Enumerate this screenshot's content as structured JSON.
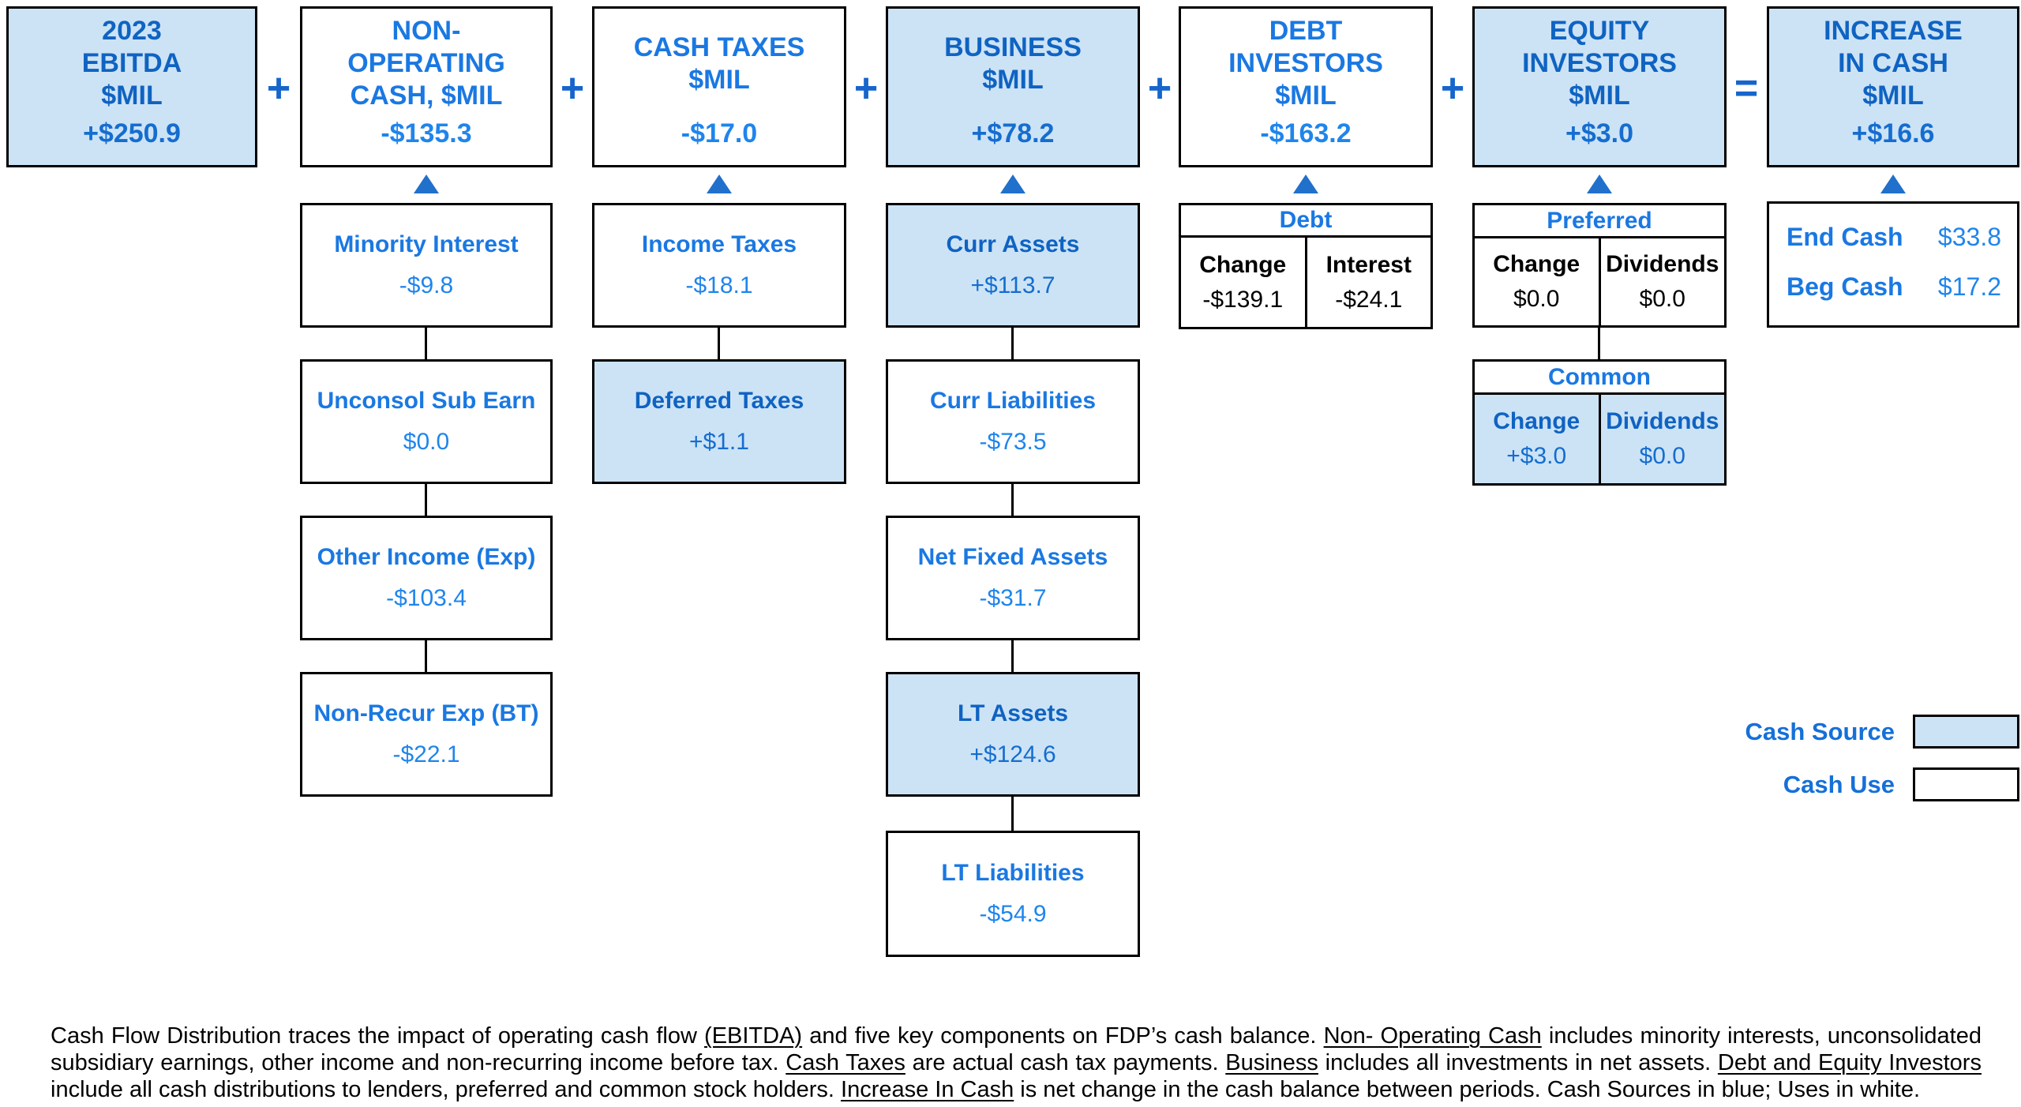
{
  "top_row": {
    "boxes": [
      {
        "lines": [
          "2023",
          "EBITDA",
          "$MIL"
        ],
        "value": "+$250.9",
        "fill": "blue"
      },
      {
        "lines": [
          "NON-",
          "OPERATING",
          "CASH, $MIL"
        ],
        "value": "-$135.3",
        "fill": "white"
      },
      {
        "lines": [
          "CASH TAXES",
          "$MIL"
        ],
        "value": "-$17.0",
        "fill": "white"
      },
      {
        "lines": [
          "BUSINESS",
          "$MIL"
        ],
        "value": "+$78.2",
        "fill": "blue"
      },
      {
        "lines": [
          "DEBT",
          "INVESTORS",
          "$MIL"
        ],
        "value": "-$163.2",
        "fill": "white"
      },
      {
        "lines": [
          "EQUITY",
          "INVESTORS",
          "$MIL"
        ],
        "value": "+$3.0",
        "fill": "blue"
      },
      {
        "lines": [
          "INCREASE",
          "IN CASH",
          "$MIL"
        ],
        "value": "+$16.6",
        "fill": "blue"
      }
    ],
    "operators": [
      "+",
      "+",
      "+",
      "+",
      "+",
      "="
    ]
  },
  "columns": {
    "non_operating": [
      {
        "label": "Minority Interest",
        "value": "-$9.8",
        "fill": "white"
      },
      {
        "label": "Unconsol Sub Earn",
        "value": "$0.0",
        "fill": "white"
      },
      {
        "label": "Other Income (Exp)",
        "value": "-$103.4",
        "fill": "white"
      },
      {
        "label": "Non-Recur Exp (BT)",
        "value": "-$22.1",
        "fill": "white"
      }
    ],
    "cash_taxes": [
      {
        "label": "Income Taxes",
        "value": "-$18.1",
        "fill": "white"
      },
      {
        "label": "Deferred Taxes",
        "value": "+$1.1",
        "fill": "blue"
      }
    ],
    "business": [
      {
        "label": "Curr Assets",
        "value": "+$113.7",
        "fill": "blue"
      },
      {
        "label": "Curr Liabilities",
        "value": "-$73.5",
        "fill": "white"
      },
      {
        "label": "Net Fixed Assets",
        "value": "-$31.7",
        "fill": "white"
      },
      {
        "label": "LT Assets",
        "value": "+$124.6",
        "fill": "blue"
      },
      {
        "label": "LT Liabilities",
        "value": "-$54.9",
        "fill": "white"
      }
    ]
  },
  "tables": {
    "debt": {
      "header": "Debt",
      "cells": [
        {
          "label": "Change",
          "value": "-$139.1"
        },
        {
          "label": "Interest",
          "value": "-$24.1"
        }
      ],
      "fill": "white"
    },
    "preferred": {
      "header": "Preferred",
      "cells": [
        {
          "label": "Change",
          "value": "$0.0"
        },
        {
          "label": "Dividends",
          "value": "$0.0"
        }
      ],
      "fill": "white"
    },
    "common": {
      "header": "Common",
      "cells": [
        {
          "label": "Change",
          "value": "+$3.0"
        },
        {
          "label": "Dividends",
          "value": "$0.0"
        }
      ],
      "fill": "blue"
    }
  },
  "cash_summary": {
    "rows": [
      {
        "label": "End Cash",
        "value": "$33.8"
      },
      {
        "label": "Beg Cash",
        "value": "$17.2"
      }
    ]
  },
  "legend": {
    "source_label": "Cash Source",
    "use_label": "Cash Use"
  },
  "colors": {
    "cash_source_fill": "#cce3f6",
    "cash_use_fill": "#ffffff",
    "label_on_white": "#1a78e2",
    "value_on_white": "#1f85ec",
    "label_on_blue": "#0f63c2",
    "value_on_blue": "#156dcf",
    "operator_blue": "#1565cc",
    "triangle_blue": "#2070cc",
    "border_black": "#000000"
  },
  "footer": {
    "segments": [
      {
        "text": "Cash Flow Distribution traces the impact of operating cash flow ",
        "underline": false
      },
      {
        "text": "(EBITDA)",
        "underline": true
      },
      {
        "text": " and five key components on FDP’s cash balance. ",
        "underline": false
      },
      {
        "text": "Non- Operating Cash",
        "underline": true
      },
      {
        "text": " includes minority interests, unconsolidated subsidiary earnings, other income and non-recurring income before tax. ",
        "underline": false
      },
      {
        "text": "Cash Taxes",
        "underline": true
      },
      {
        "text": " are actual cash tax payments. ",
        "underline": false
      },
      {
        "text": "Business",
        "underline": true
      },
      {
        "text": " includes all investments in net assets. ",
        "underline": false
      },
      {
        "text": "Debt and Equity Investors",
        "underline": true
      },
      {
        "text": " include all cash distributions to lenders, preferred and common stock holders. ",
        "underline": false
      },
      {
        "text": "Increase In Cash",
        "underline": true
      },
      {
        "text": " is net change in the cash balance between periods. Cash Sources in blue; Uses in white.",
        "underline": false
      }
    ]
  }
}
